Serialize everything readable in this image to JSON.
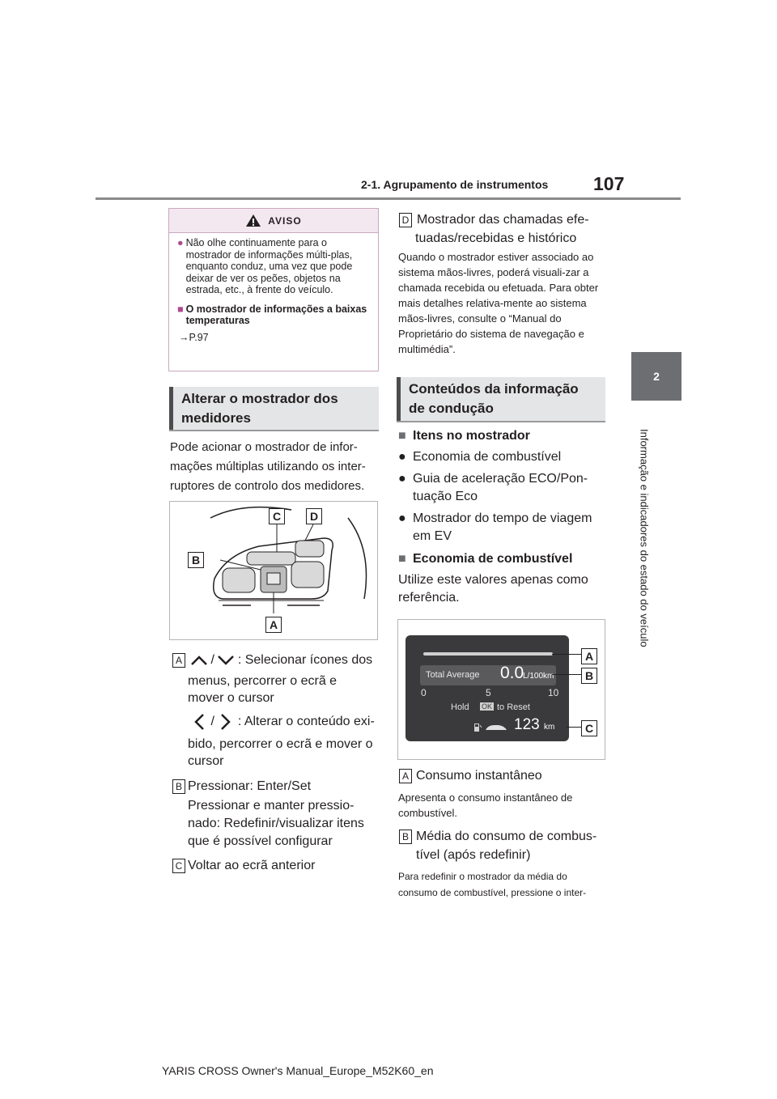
{
  "header": {
    "section": "2-1. Agrupamento de instrumentos",
    "page_number": "107"
  },
  "side_tab": {
    "number": "2",
    "text": "Informação e indicadores do estado do veículo"
  },
  "warning": {
    "title": "AVISO",
    "item1": "Não olhe continuamente para o mostrador de informações múlti-plas, enquanto conduz, uma vez que pode deixar de ver os peões, objetos na estrada, etc., à frente do veículo.",
    "item2_title": "O mostrador de informações a baixas temperaturas",
    "item2_ref": "P.97"
  },
  "left": {
    "heading": "Alterar o mostrador dos medidores",
    "intro": "Pode acionar o mostrador de infor-mações múltiplas utilizando os inter-ruptores de controlo dos medidores.",
    "figure_labels": [
      "A",
      "B",
      "C",
      "D"
    ],
    "item_a_label": "A",
    "item_a_sep": "/",
    "item_a_text": ": Selecionar ícones dos",
    "item_a_line2": "menus, percorrer o ecrã e",
    "item_a_line3": "mover o cursor",
    "item_a2_sep": "/",
    "item_a2_text": ": Alterar o conteúdo exi-",
    "item_a2_line2": "bido, percorrer o ecrã e mover o",
    "item_a2_line3": "cursor",
    "item_b_label": "B",
    "item_b_line1": "Pressionar: Enter/Set",
    "item_b_line2": "Pressionar e manter pressio-",
    "item_b_line3": "nado: Redefinir/visualizar itens",
    "item_b_line4": "que é possível configurar",
    "item_c_label": "C",
    "item_c_text": "Voltar ao ecrã anterior"
  },
  "right": {
    "item_d_label": "D",
    "item_d_line1": "Mostrador das chamadas efe-",
    "item_d_line2": "tuadas/recebidas e histórico",
    "d_note": "Quando o mostrador estiver associado ao sistema mãos-livres, poderá visuali-zar a chamada recebida ou efetuada. Para obter mais detalhes relativa-mente ao sistema mãos-livres, consulte o “Manual do Proprietário do sistema de navegação e multimédia”.",
    "heading": "Conteúdos da informação de condução",
    "sub1": "Itens no mostrador",
    "bullets": [
      "Economia de combustível",
      "Guia de aceleração ECO/Pon-tuação Eco",
      "Mostrador do tempo de viagem em EV"
    ],
    "sub2": "Economia de combustível",
    "sub2_text": "Utilize este valores apenas como referência.",
    "display": {
      "total_average_label": "Total Average",
      "value": "0.0",
      "unit": "L/100km",
      "scale": [
        "0",
        "5",
        "10"
      ],
      "hold": "Hold",
      "ok": "OK",
      "to_reset": "to Reset",
      "range": "123",
      "range_unit": "km",
      "labels": [
        "A",
        "B",
        "C"
      ]
    },
    "a_label": "A",
    "a_title": "Consumo instantâneo",
    "a_text": "Apresenta o consumo instantâneo de combustível.",
    "b_label": "B",
    "b_title_line1": "Média do consumo de combus-",
    "b_title_line2": "tível (após redefinir)",
    "b_text": "Para redefinir o mostrador da média do consumo de combustível, pressione o inter-"
  },
  "footer": "YARIS CROSS Owner's Manual_Europe_M52K60_en"
}
